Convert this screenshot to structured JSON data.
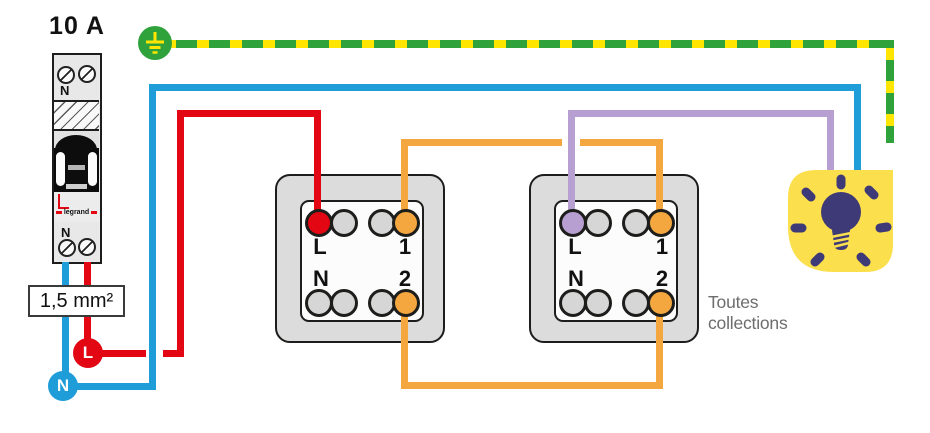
{
  "breaker": {
    "rating": "10 A",
    "terminal_top_label": "N",
    "terminal_bottom_label": "N",
    "brand": "legrand"
  },
  "cable_label": "1,5 mm²",
  "nodes": {
    "live": "L",
    "neutral": "N"
  },
  "switches": [
    {
      "name": "switch-1",
      "labels": {
        "live": "L",
        "one": "1",
        "neutral": "N",
        "two": "2"
      }
    },
    {
      "name": "switch-2",
      "labels": {
        "live": "L",
        "one": "1",
        "neutral": "N",
        "two": "2"
      }
    }
  ],
  "caption": {
    "line1": "Toutes",
    "line2": "collections"
  },
  "icons": {
    "earth": "earth-ground-icon",
    "lamp": "light-bulb-icon",
    "screw": "screw-terminal-icon"
  },
  "colors": {
    "live_red": "#e30613",
    "neutral_blue": "#1f9dd9",
    "shuttle_orange": "#f4a73e",
    "lamp_return_purple": "#b89fd2",
    "earth_green": "#2fa23c",
    "earth_yellow": "#ffe500",
    "lamp_yellow": "#fcdf4d",
    "bulb_indigo": "#3e3a78"
  }
}
